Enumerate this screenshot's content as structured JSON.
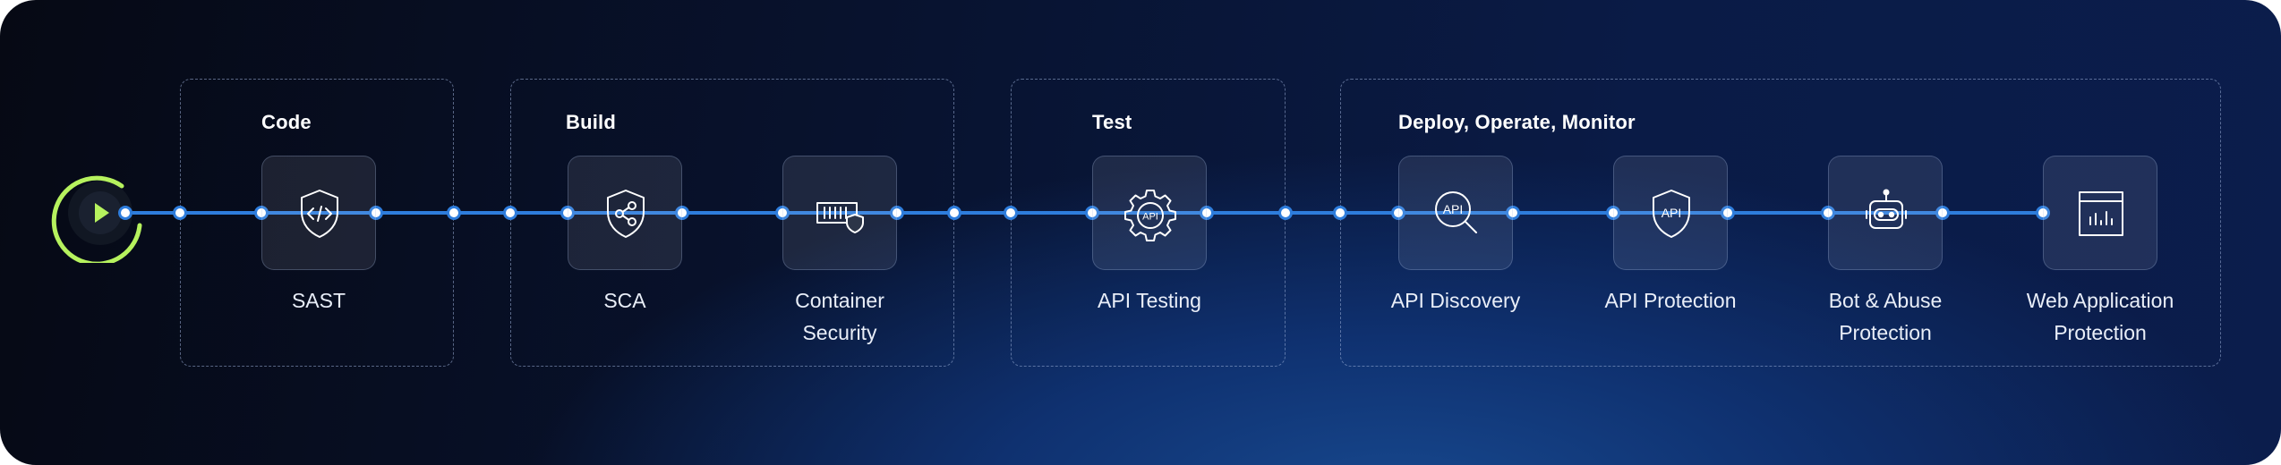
{
  "groups": [
    {
      "title": "Code"
    },
    {
      "title": "Build"
    },
    {
      "title": "Test"
    },
    {
      "title": "Deploy, Operate, Monitor"
    }
  ],
  "steps": [
    {
      "label": "SAST",
      "icon": "code-shield-icon"
    },
    {
      "label": "SCA",
      "icon": "share-shield-icon"
    },
    {
      "label": "Container Security",
      "icon": "container-shield-icon"
    },
    {
      "label": "API Testing",
      "icon": "api-gear-icon"
    },
    {
      "label": "API Discovery",
      "icon": "api-magnifier-icon"
    },
    {
      "label": "API Protection",
      "icon": "api-shield-icon"
    },
    {
      "label": "Bot & Abuse Protection",
      "icon": "robot-icon"
    },
    {
      "label": "Web Application Protection",
      "icon": "browser-chart-icon"
    }
  ],
  "icon_text": {
    "api": "API"
  },
  "colors": {
    "line": "#2e7ddc",
    "start_accent": "#b6f25e",
    "tile_border": "#aabee6",
    "text": "#ffffff"
  }
}
